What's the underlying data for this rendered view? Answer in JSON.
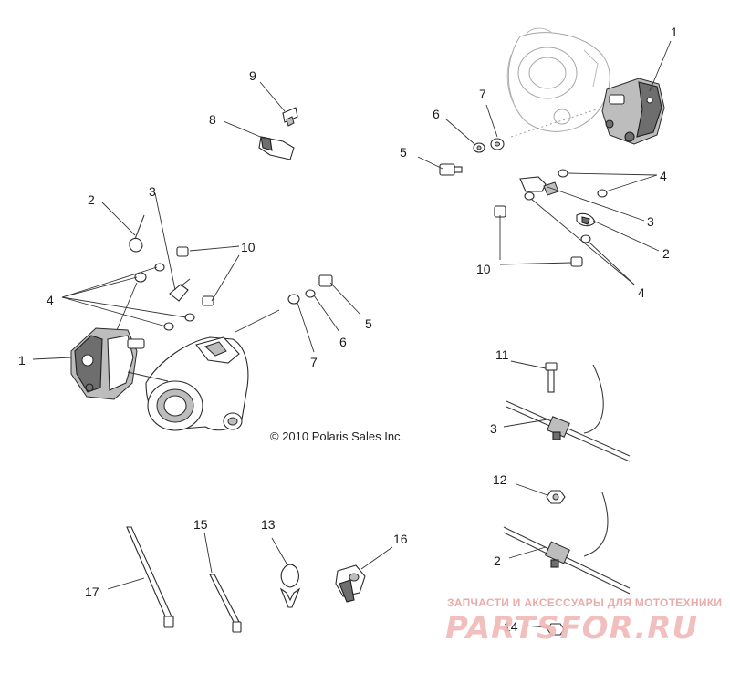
{
  "callouts": {
    "c1_left": "1",
    "c1_right": "1",
    "c2_upper_left": "2",
    "c2_right": "2",
    "c2_lower": "2",
    "c3_upper_left": "3",
    "c3_right": "3",
    "c3_lower": "3",
    "c4_left": "4",
    "c4_right_top": "4",
    "c4_right_bottom": "4",
    "c5_left": "5",
    "c5_right": "5",
    "c6_left": "6",
    "c6_top": "6",
    "c7_left": "7",
    "c7_top": "7",
    "c8": "8",
    "c9": "9",
    "c10_left": "10",
    "c10_right": "10",
    "c11": "11",
    "c12": "12",
    "c13": "13",
    "c14": "14",
    "c15": "15",
    "c16": "16",
    "c17": "17"
  },
  "copyright": "© 2010 Polaris Sales Inc.",
  "watermark": {
    "tagline": "ЗАПЧАСТИ И АКСЕССУАРЫ ДЛЯ МОТОТЕХНИКИ",
    "brand": "PARTSFOR.RU"
  }
}
